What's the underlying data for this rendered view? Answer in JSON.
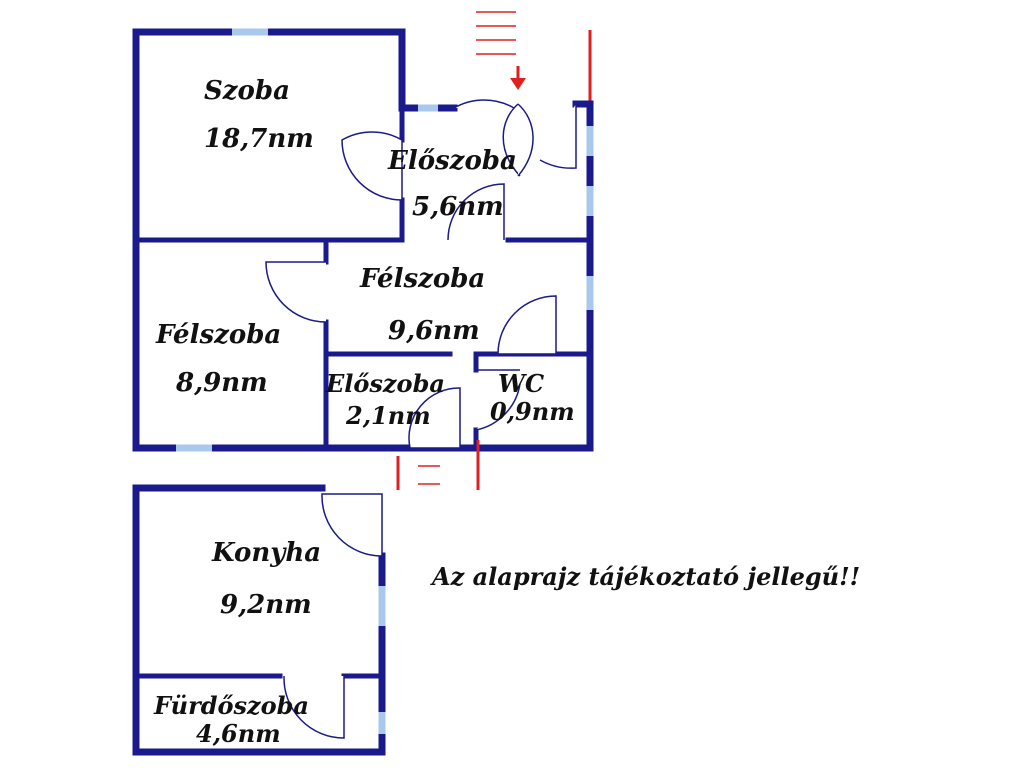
{
  "colors": {
    "wall": "#1a1a8c",
    "window": "#a8c8ec",
    "entrance_marker": "#e02020"
  },
  "rooms": {
    "szoba": {
      "name": "Szoba",
      "area": "18,7nm"
    },
    "eloszoba1": {
      "name": "Előszoba",
      "area": "5,6nm"
    },
    "felszoba1": {
      "name": "Félszoba",
      "area": "9,6nm"
    },
    "felszoba2": {
      "name": "Félszoba",
      "area": "8,9nm"
    },
    "eloszoba2": {
      "name": "Előszoba",
      "area": "2,1nm"
    },
    "wc": {
      "name": "WC",
      "area": "0,9nm"
    },
    "konyha": {
      "name": "Konyha",
      "area": "9,2nm"
    },
    "furdoszoba": {
      "name": "Fürdőszoba",
      "area": "4,6nm"
    }
  },
  "note": "Az alaprajz tájékoztató jellegű!!"
}
